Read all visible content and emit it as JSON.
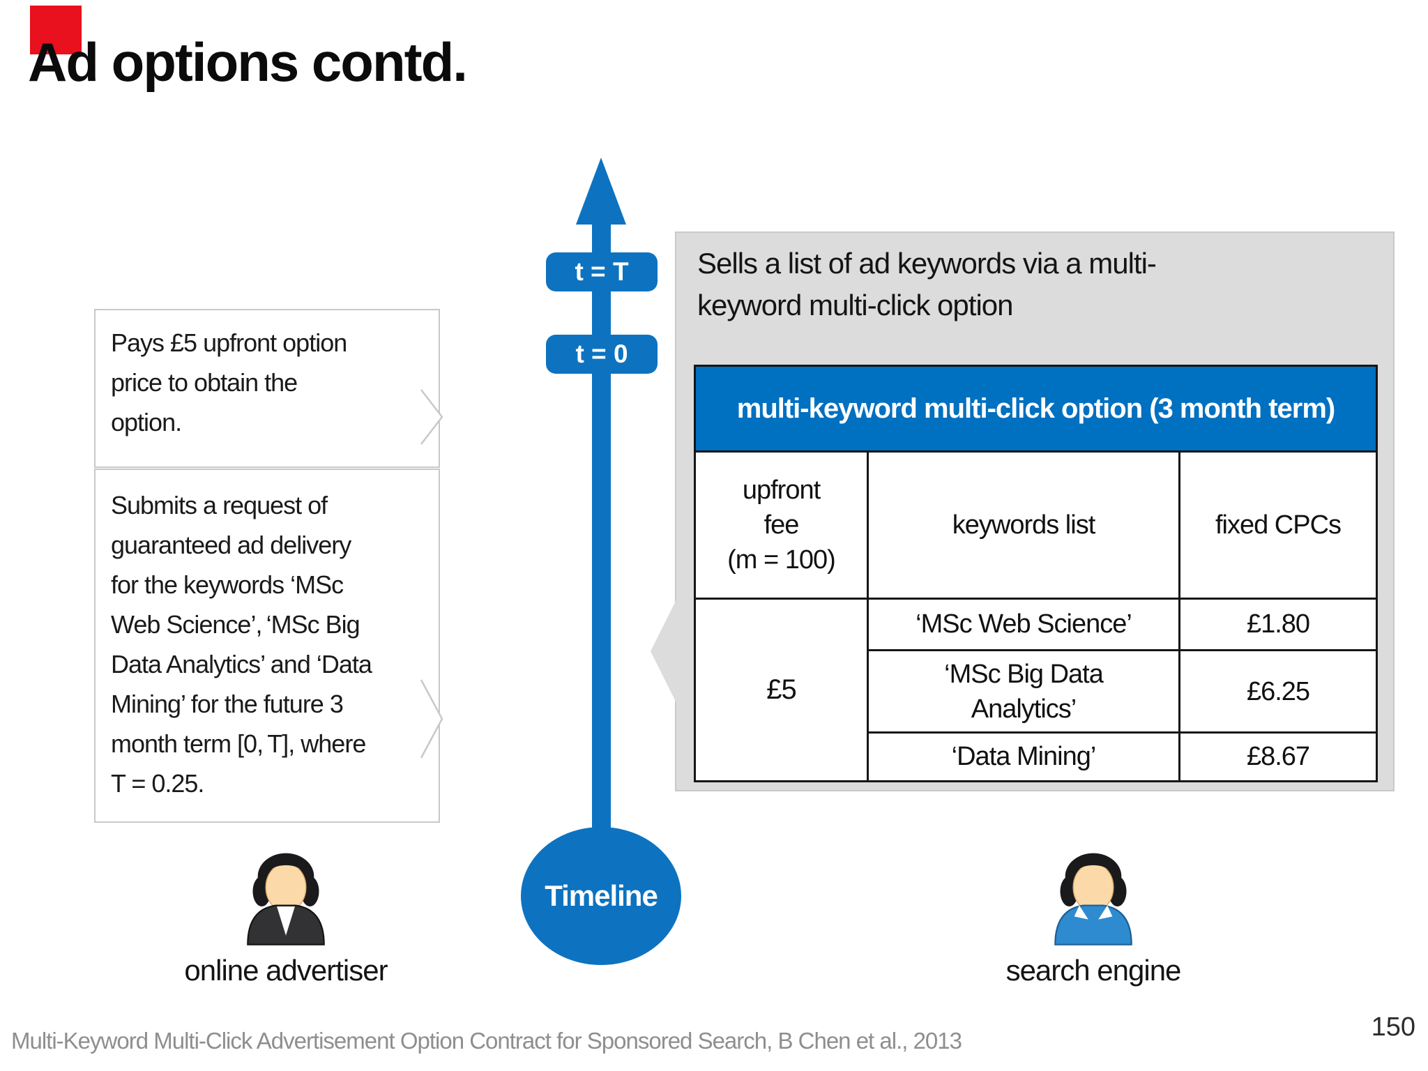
{
  "slide": {
    "title": "Ad options contd.",
    "footer": "Multi-Keyword Multi-Click Advertisement Option Contract for Sponsored Search, B Chen et al., 2013",
    "page_number": "150",
    "colors": {
      "timeline_blue": "#0d73c0",
      "table_header_blue": "#0070c0",
      "callout_gray": "#dcdcdc",
      "accent_red": "#e8111d"
    }
  },
  "timeline": {
    "label": "Timeline",
    "t_top": "t = T",
    "t_bottom": "t = 0"
  },
  "bubbles": [
    {
      "text": "Pays £5 upfront option\nprice to obtain the\noption."
    },
    {
      "text": "Submits a request of\nguaranteed ad delivery\nfor the keywords ‘MSc\nWeb Science’, ‘MSc Big\nData Analytics’ and ‘Data\nMining’ for the future 3\nmonth term [0, T], where\nT = 0.25."
    }
  ],
  "callout": {
    "text": "Sells a list of ad keywords via a multi-\nkeyword multi-click option",
    "table": {
      "title": "multi-keyword multi-click option (3 month term)",
      "col_upfront": "upfront\nfee\n(m = 100)",
      "col_keywords": "keywords list",
      "col_cpcs": "fixed CPCs",
      "fee": "£5",
      "rows": [
        {
          "keyword": "‘MSc Web Science’",
          "cpc": "£1.80"
        },
        {
          "keyword": "‘MSc Big Data\nAnalytics’",
          "cpc": "£6.25"
        },
        {
          "keyword": "‘Data Mining’",
          "cpc": "£8.67"
        }
      ]
    }
  },
  "actors": [
    {
      "label": "online advertiser"
    },
    {
      "label": "search engine"
    }
  ]
}
